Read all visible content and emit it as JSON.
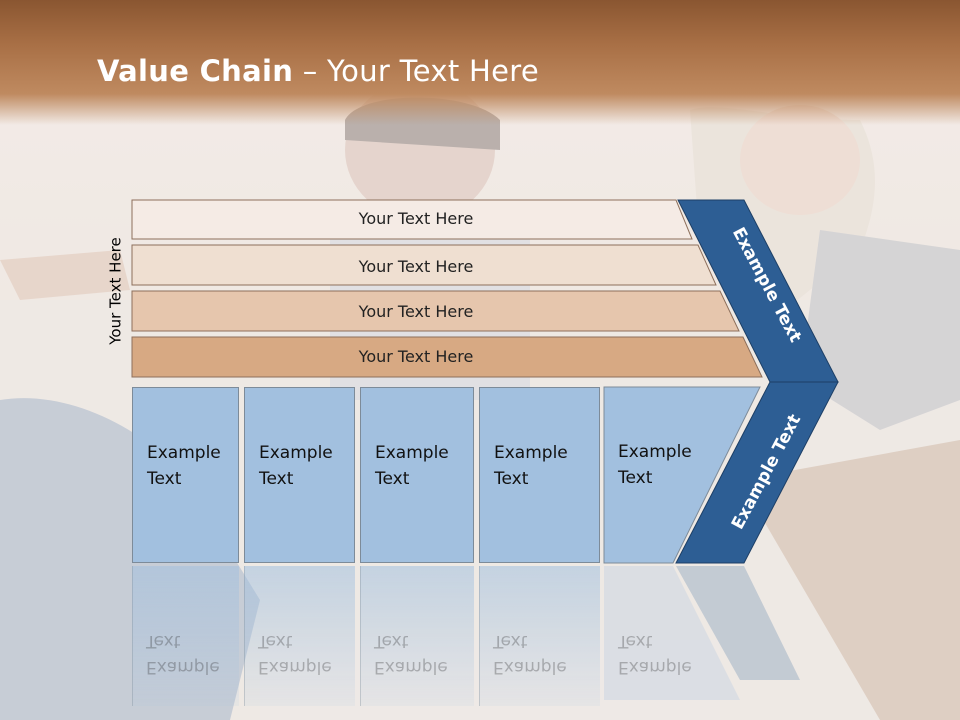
{
  "slide": {
    "title_bold": "Value Chain",
    "title_rest": " – Your Text Here"
  },
  "side_label": "Your Text Here",
  "rows": [
    {
      "label": "Your Text Here",
      "color": "#f5ebe5"
    },
    {
      "label": "Your Text Here",
      "color": "#efdfd1"
    },
    {
      "label": "Your Text Here",
      "color": "#e6c6ad"
    },
    {
      "label": "Your Text Here",
      "color": "#d7a983"
    }
  ],
  "columns": [
    {
      "line1": "Example",
      "line2": "Text"
    },
    {
      "line1": "Example",
      "line2": "Text"
    },
    {
      "line1": "Example",
      "line2": "Text"
    },
    {
      "line1": "Example",
      "line2": "Text"
    },
    {
      "line1": "Example",
      "line2": "Text"
    }
  ],
  "chevron": {
    "upper_label": "Example Text",
    "lower_label": "Example Text",
    "color": "#2d5e94"
  },
  "column_color": "#a2c0df"
}
